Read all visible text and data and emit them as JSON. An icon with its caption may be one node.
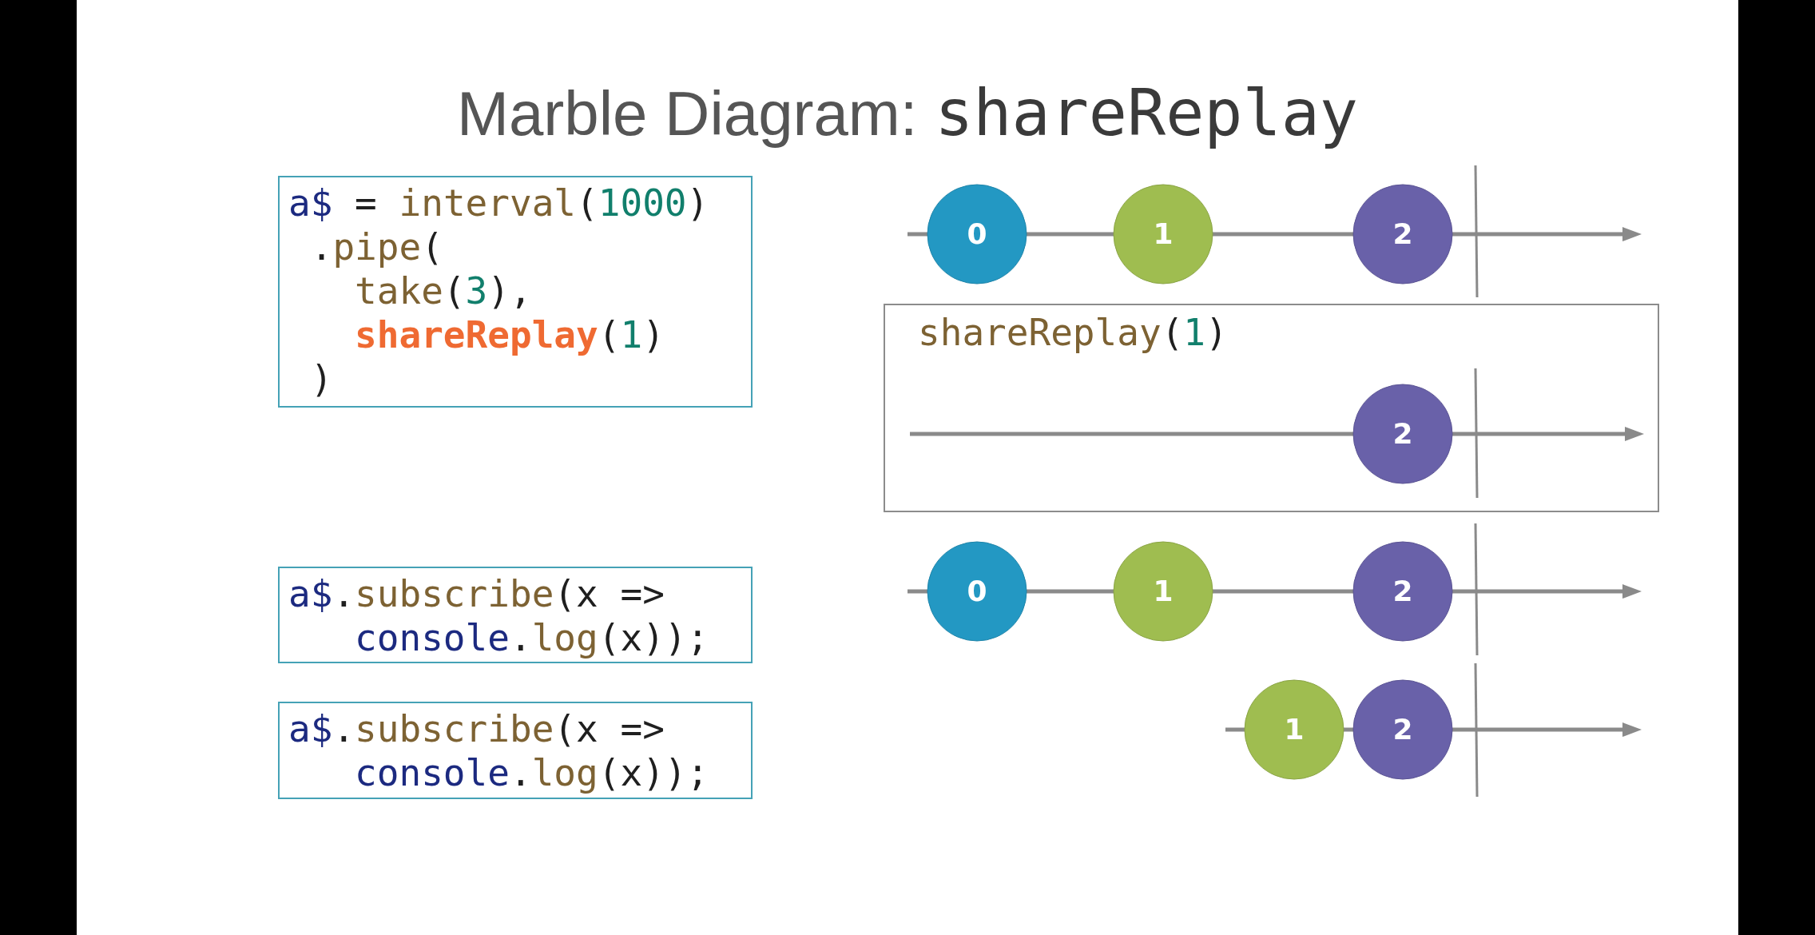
{
  "diagram": {
    "title": "Marble Diagram: **shareReplay**",
    "nodes": [
      {
        "text": [
          "a$ = interval(1000)",
          ".pipe(",
          "take(3),",
          "**shareReplay**(1)",
          ")"
        ]
      },
      {
        "text": [
          "0"
        ]
      },
      {
        "text": [
          "1"
        ]
      },
      {
        "text": [
          "2"
        ]
      },
      {
        "text": [
          "shareReplay(1)"
        ]
      },
      {
        "text": [
          "2"
        ],
        "in": 4
      },
      {
        "text": [
          "a$.subscribe(x =>",
          "console.log(x));"
        ]
      },
      {
        "text": [
          "0"
        ]
      },
      {
        "text": [
          "1"
        ]
      },
      {
        "text": [
          "2"
        ]
      },
      {
        "text": [
          "a$.subscribe(x =>",
          "console.log(x));"
        ]
      },
      {
        "text": [
          "1"
        ]
      },
      {
        "text": [
          "2"
        ]
      }
    ]
  }
}
